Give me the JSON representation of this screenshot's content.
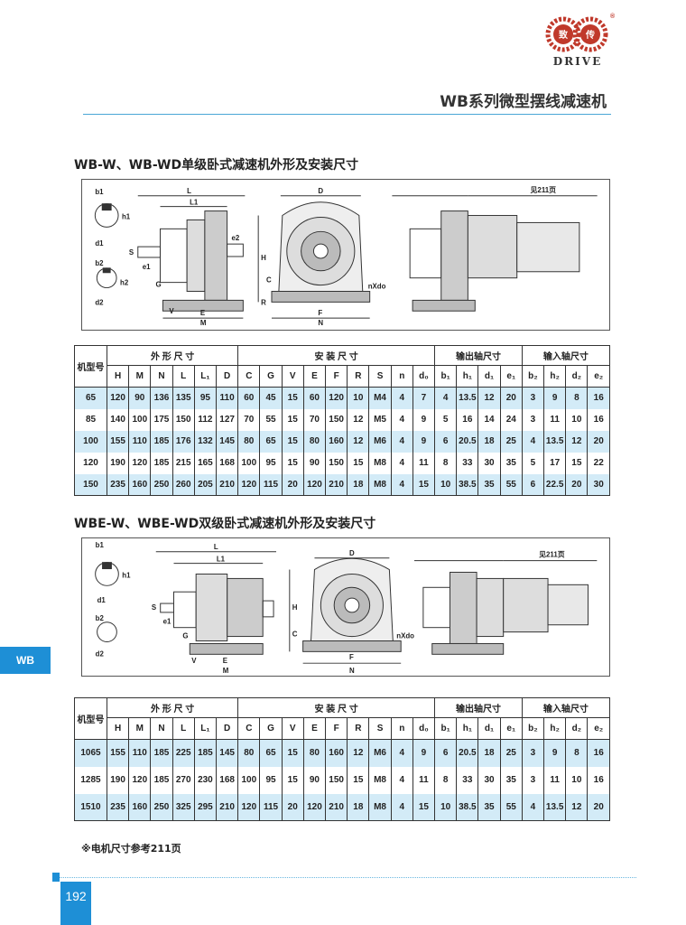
{
  "logo": {
    "char1": "致",
    "char2": "传",
    "brand": "DRIVE",
    "reg": "®"
  },
  "page_title": "WB系列微型摆线减速机",
  "section1": {
    "title": "WB-W、WB-WD单级卧式减速机外形及安装尺寸",
    "labels": {
      "b1": "b1",
      "h1": "h1",
      "d1": "d1",
      "b2": "b2",
      "h2": "h2",
      "d2": "d2",
      "L": "L",
      "L1": "L1",
      "e2": "e2",
      "S": "S",
      "e1": "e1",
      "G": "G",
      "V": "V",
      "E": "E",
      "M": "M",
      "D": "D",
      "H": "H",
      "C": "C",
      "R": "R",
      "F": "F",
      "N": "N",
      "nxdo": "nXdo",
      "see": "见211页"
    }
  },
  "section2": {
    "title": "WBE-W、WBE-WD双级卧式减速机外形及安装尺寸",
    "labels": {
      "b1": "b1",
      "h1": "h1",
      "d1": "d1",
      "b2": "b2",
      "d2": "d2",
      "L": "L",
      "L1": "L1",
      "S": "S",
      "e1": "e1",
      "G": "G",
      "V": "V",
      "E": "E",
      "M": "M",
      "D": "D",
      "H": "H",
      "C": "C",
      "F": "F",
      "N": "N",
      "nxdo": "nXdo",
      "see": "见211页"
    }
  },
  "table_header": {
    "model": "机型号",
    "groups": [
      {
        "label": "外 形 尺 寸",
        "span": 6
      },
      {
        "label": "安 装 尺 寸",
        "span": 9
      },
      {
        "label": "输出轴尺寸",
        "span": 4
      },
      {
        "label": "输入轴尺寸",
        "span": 4
      }
    ],
    "columns": [
      "H",
      "M",
      "N",
      "L",
      "L₁",
      "D",
      "C",
      "G",
      "V",
      "E",
      "F",
      "R",
      "S",
      "n",
      "d₀",
      "b₁",
      "h₁",
      "d₁",
      "e₁",
      "b₂",
      "h₂",
      "d₂",
      "e₂"
    ]
  },
  "table1": {
    "rows": [
      [
        "65",
        "120",
        "90",
        "136",
        "135",
        "95",
        "110",
        "60",
        "45",
        "15",
        "60",
        "120",
        "10",
        "M4",
        "4",
        "7",
        "4",
        "13.5",
        "12",
        "20",
        "3",
        "9",
        "8",
        "16"
      ],
      [
        "85",
        "140",
        "100",
        "175",
        "150",
        "112",
        "127",
        "70",
        "55",
        "15",
        "70",
        "150",
        "12",
        "M5",
        "4",
        "9",
        "5",
        "16",
        "14",
        "24",
        "3",
        "11",
        "10",
        "16"
      ],
      [
        "100",
        "155",
        "110",
        "185",
        "176",
        "132",
        "145",
        "80",
        "65",
        "15",
        "80",
        "160",
        "12",
        "M6",
        "4",
        "9",
        "6",
        "20.5",
        "18",
        "25",
        "4",
        "13.5",
        "12",
        "20"
      ],
      [
        "120",
        "190",
        "120",
        "185",
        "215",
        "165",
        "168",
        "100",
        "95",
        "15",
        "90",
        "150",
        "15",
        "M8",
        "4",
        "11",
        "8",
        "33",
        "30",
        "35",
        "5",
        "17",
        "15",
        "22"
      ],
      [
        "150",
        "235",
        "160",
        "250",
        "260",
        "205",
        "210",
        "120",
        "115",
        "20",
        "120",
        "210",
        "18",
        "M8",
        "4",
        "15",
        "10",
        "38.5",
        "35",
        "55",
        "6",
        "22.5",
        "20",
        "30"
      ]
    ]
  },
  "table2": {
    "rows": [
      [
        "1065",
        "155",
        "110",
        "185",
        "225",
        "185",
        "145",
        "80",
        "65",
        "15",
        "80",
        "160",
        "12",
        "M6",
        "4",
        "9",
        "6",
        "20.5",
        "18",
        "25",
        "3",
        "9",
        "8",
        "16"
      ],
      [
        "1285",
        "190",
        "120",
        "185",
        "270",
        "230",
        "168",
        "100",
        "95",
        "15",
        "90",
        "150",
        "15",
        "M8",
        "4",
        "11",
        "8",
        "33",
        "30",
        "35",
        "3",
        "11",
        "10",
        "16"
      ],
      [
        "1510",
        "235",
        "160",
        "250",
        "325",
        "295",
        "210",
        "120",
        "115",
        "20",
        "120",
        "210",
        "18",
        "M8",
        "4",
        "15",
        "10",
        "38.5",
        "35",
        "55",
        "4",
        "13.5",
        "12",
        "20"
      ]
    ]
  },
  "note": "※电机尺寸参考211页",
  "side_tab": "WB",
  "page_number": "192"
}
